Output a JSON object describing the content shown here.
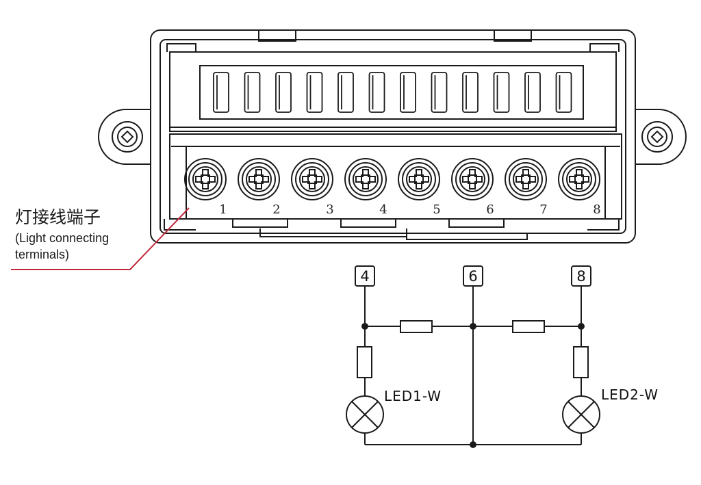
{
  "callout": {
    "cn_label": "灯接线端子",
    "en_line1": "(Light connecting",
    "en_line2": "terminals)",
    "line_color": "#c0283a"
  },
  "terminal_block": {
    "terminals": [
      "1",
      "2",
      "3",
      "4",
      "5",
      "6",
      "7",
      "8"
    ]
  },
  "schematic": {
    "nodes": [
      {
        "label": "4"
      },
      {
        "label": "6"
      },
      {
        "label": "8"
      }
    ],
    "leds": [
      {
        "label": "LED1-W"
      },
      {
        "label": "LED2-W"
      }
    ]
  },
  "colors": {
    "stroke": "#1a1a1a",
    "accent": "#c0283a"
  }
}
